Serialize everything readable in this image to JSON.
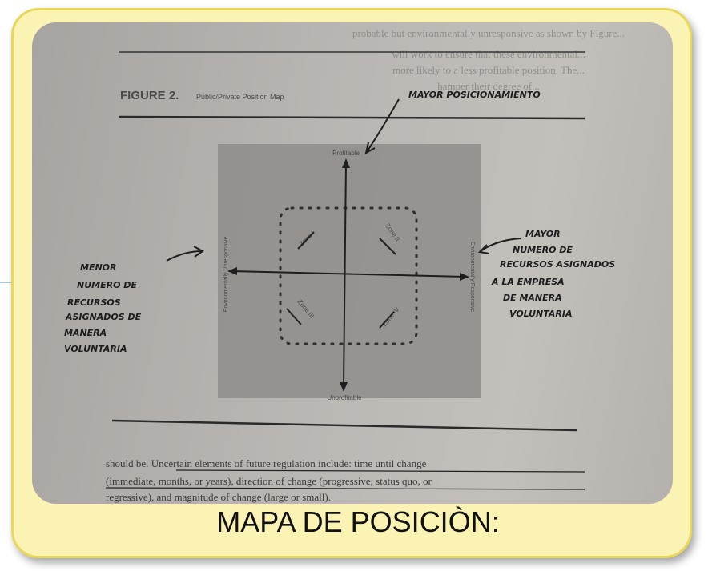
{
  "figure": {
    "label": "FIGURE 2.",
    "title": "Public/Private Position Map",
    "axis_top": "Profitable",
    "axis_bottom": "Unprofitable",
    "axis_left": "Environmentally Unresponsive",
    "axis_right": "Environmentally Responsive",
    "zones": [
      "Zone I",
      "Zone II",
      "Zone III",
      "Zone IV"
    ]
  },
  "notes": {
    "top": [
      "MAYOR POSICIONAMIENTO"
    ],
    "right": [
      "MAYOR",
      "NUMERO DE",
      "RECURSOS ASIGNADOS",
      "A LA EMPRESA",
      "DE MANERA",
      "VOLUNTARIA"
    ],
    "left": [
      "MENOR",
      "NUMERO DE",
      "RECURSOS",
      "ASIGNADOS DE",
      "MANERA",
      "VOLUNTARIA"
    ]
  },
  "book_text": {
    "top_lines": [
      "probable but environmentally unresponsive as shown by Figure...",
      "will work to ensure that these environmental...",
      "more likely to a less profitable position. The...",
      "hamper their degree of..."
    ],
    "bottom_lines": [
      "should be. Uncertain elements of future regulation include: time until change",
      "(immediate, months, or years), direction of change (progressive, status quo, or",
      "regressive), and magnitude of change (large or small)."
    ]
  },
  "caption": "MAPA DE POSICIÒN:"
}
